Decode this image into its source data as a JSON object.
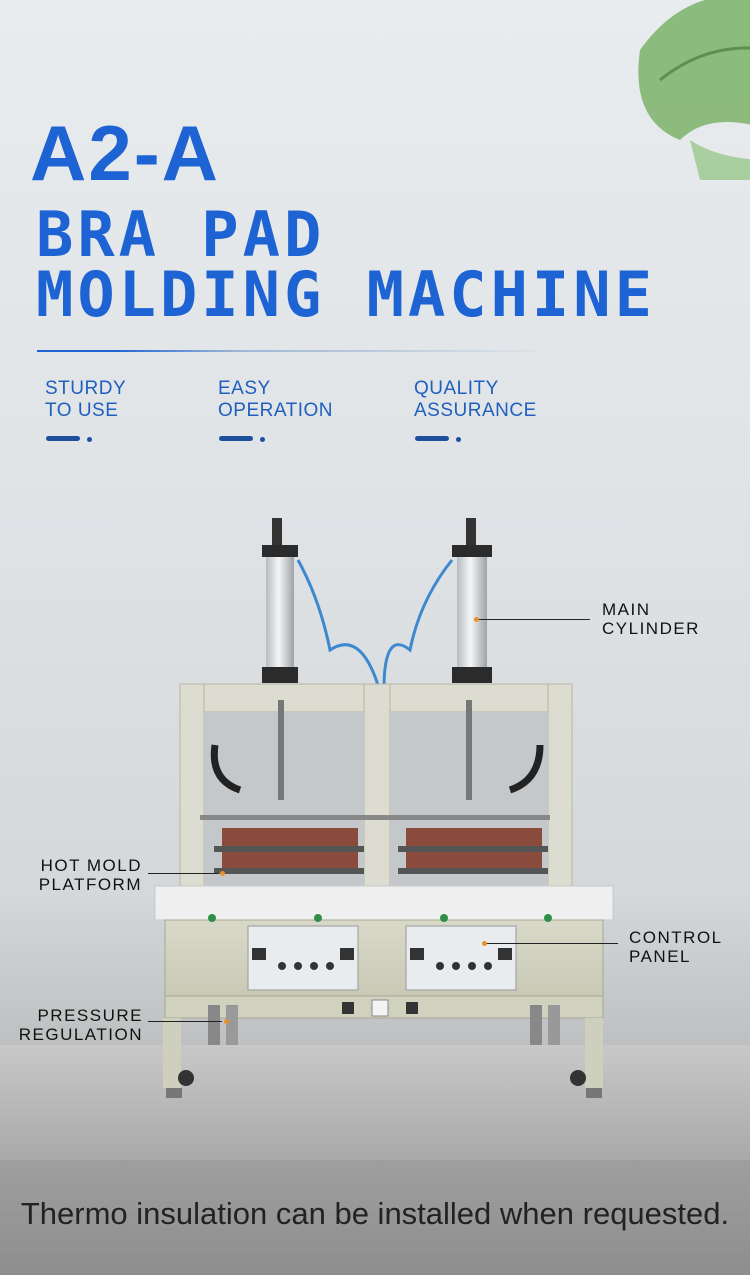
{
  "header": {
    "model": "A2-A",
    "title_line1": "BRA PAD",
    "title_line2": "MOLDING MACHINE"
  },
  "features": [
    {
      "line1": "STURDY",
      "line2": "TO USE"
    },
    {
      "line1": "EASY",
      "line2": "OPERATION"
    },
    {
      "line1": "QUALITY",
      "line2": "ASSURANCE"
    }
  ],
  "callouts": {
    "main_cylinder": {
      "line1": "MAIN",
      "line2": "CYLINDER"
    },
    "hot_mold_platform": {
      "line1": "HOT MOLD",
      "line2": "PLATFORM"
    },
    "control_panel": {
      "line1": "CONTROL",
      "line2": "PANEL"
    },
    "pressure_regulation": {
      "line1": "PRESSURE",
      "line2": "REGULATION"
    }
  },
  "caption": "Thermo insulation can be installed when requested.",
  "colors": {
    "accent": "#1d63d3",
    "marker": "#e8902a"
  }
}
